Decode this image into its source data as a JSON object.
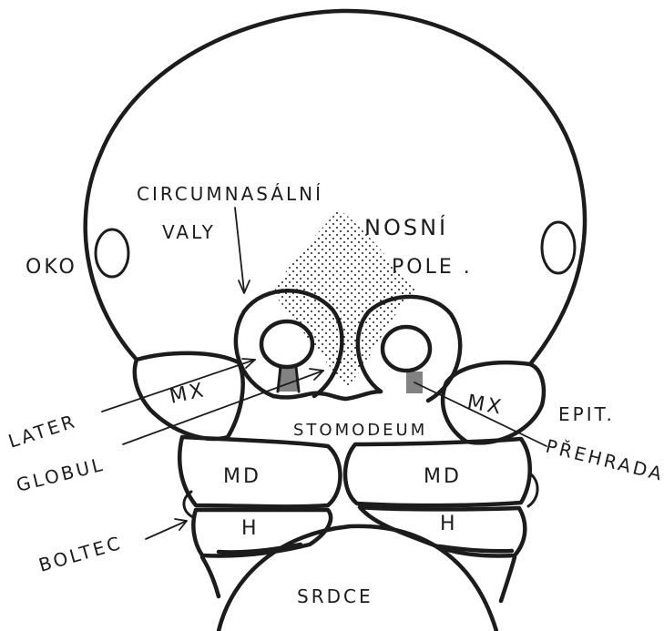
{
  "labels": {
    "circumnasal": "CIRCUMNASÁLNÍ",
    "valy": "VALY",
    "nosni": "NOSNÍ",
    "pole": "POLE .",
    "oko": "OKO",
    "mx_left": "MX",
    "mx_right": "MX",
    "later": "LATER",
    "globul": "GLOBUL",
    "stomodeum": "STOMODEUM",
    "epit": "EPIT.",
    "prehrada": "PŘEHRADA",
    "md_left": "MD",
    "md_right": "MD",
    "h_left": "H",
    "h_right": "H",
    "boltec": "BOLTEC",
    "srdce": "SRDCE"
  }
}
